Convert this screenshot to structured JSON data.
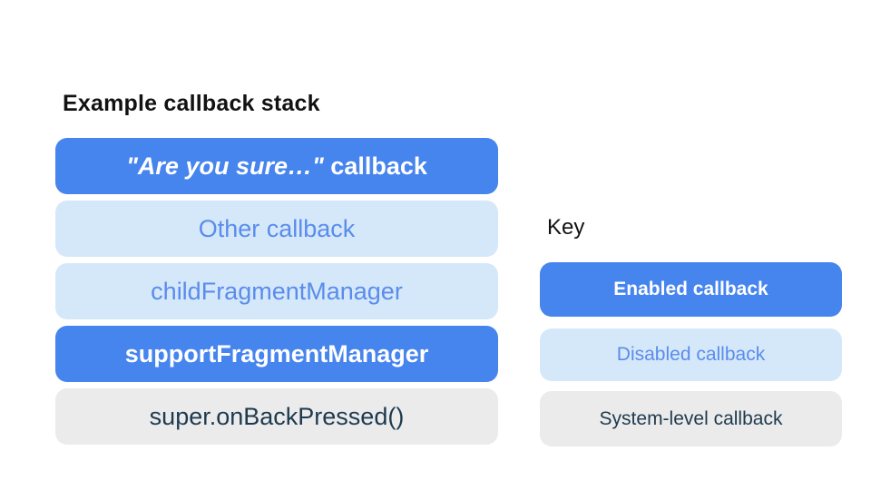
{
  "colors": {
    "page_background": "#FFFFFF",
    "enabled_bg": "#4684EE",
    "enabled_text": "#FFFFFF",
    "disabled_bg": "#D5E8FA",
    "disabled_text": "#5A8CEB",
    "system_bg": "#EBEBEB",
    "system_text": "#1E3A4F",
    "title_text": "#121212"
  },
  "stack": {
    "title": "Example callback stack",
    "items": [
      {
        "label_emphasis": "\"Are you sure…\"",
        "label_rest": " callback",
        "state": "enabled"
      },
      {
        "label": "Other callback",
        "state": "disabled"
      },
      {
        "label": "childFragmentManager",
        "state": "disabled"
      },
      {
        "label": "supportFragmentManager",
        "state": "enabled"
      },
      {
        "label": "super.onBackPressed()",
        "state": "system"
      }
    ]
  },
  "key": {
    "heading": "Key",
    "items": [
      {
        "label": "Enabled callback",
        "state": "enabled"
      },
      {
        "label": "Disabled callback",
        "state": "disabled"
      },
      {
        "label": "System-level callback",
        "state": "system"
      }
    ]
  }
}
